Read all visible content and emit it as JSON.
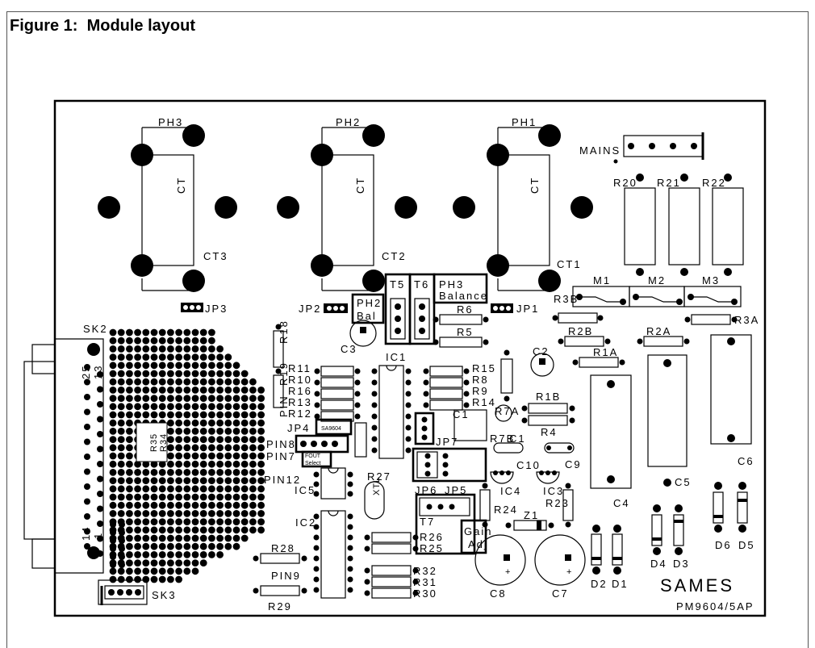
{
  "figure": {
    "title": "Figure 1:  Module layout"
  },
  "labels": {
    "ph3": "PH3",
    "ph2": "PH2",
    "ph1": "PH1",
    "ct": "CT",
    "ct3": "CT3",
    "ct2": "CT2",
    "ct1": "CT1",
    "mains": "MAINS",
    "r20": "R20",
    "r21": "R21",
    "r22": "R22",
    "m1": "M1",
    "m2": "M2",
    "m3": "M3",
    "jp1": "JP1",
    "jp2": "JP2",
    "jp3": "JP3",
    "jp4": "JP4",
    "jp5": "JP5",
    "jp6": "JP6",
    "jp7": "JP7",
    "t5": "T5",
    "t6": "T6",
    "t7": "T7",
    "ph3_balance_1": "PH3",
    "ph3_balance_2": "Balance",
    "ph2_bal_1": "PH2",
    "ph2_bal_2": "Bal",
    "r3b": "R3B",
    "r3a": "R3A",
    "r2a": "R2A",
    "r2b": "R2B",
    "r1a": "R1A",
    "r1b": "R1B",
    "r4": "R4",
    "r5": "R5",
    "r6": "R6",
    "r7a": "R7A",
    "r7b": "R7B",
    "r8": "R8",
    "r9": "R9",
    "r10": "R10",
    "r11": "R11",
    "r12": "R12",
    "r13": "R13",
    "r14": "R14",
    "r15": "R15",
    "r16": "R16",
    "r18": "R18",
    "r19": "R19",
    "r23": "R23",
    "r24": "R24",
    "r25": "R25",
    "r26": "R26",
    "r27": "R27",
    "r28": "R28",
    "r29": "R29",
    "r30": "R30",
    "r31": "R31",
    "r32": "R32",
    "c1": "C1",
    "c2": "C2",
    "c3": "C3",
    "c4": "C4",
    "c5": "C5",
    "c6": "C6",
    "c7": "C7",
    "c8": "C8",
    "c9": "C9",
    "c10": "C10",
    "ic1": "IC1",
    "ic2": "IC2",
    "ic3": "IC3",
    "ic4": "IC4",
    "ic5": "IC5",
    "sk2": "SK2",
    "sk3": "SK3",
    "pin8": "PIN8",
    "pin7": "PIN7",
    "pin9": "PIN9",
    "pin12": "PIN12",
    "pin_vert": "PIN",
    "sa9604": "SA9604",
    "fout": "FOUT",
    "select": "Select",
    "gain": "Gain",
    "adj": "Adj",
    "z1": "Z1",
    "d1": "D1",
    "d2": "D2",
    "d3": "D3",
    "d4": "D4",
    "d5": "D5",
    "d6": "D6",
    "n25": "25",
    "n13": "13",
    "n14": "14",
    "n1": "1",
    "r34": "R34",
    "r35": "R35",
    "sames": "SAMES",
    "part_number": "PM9604/5AP"
  }
}
